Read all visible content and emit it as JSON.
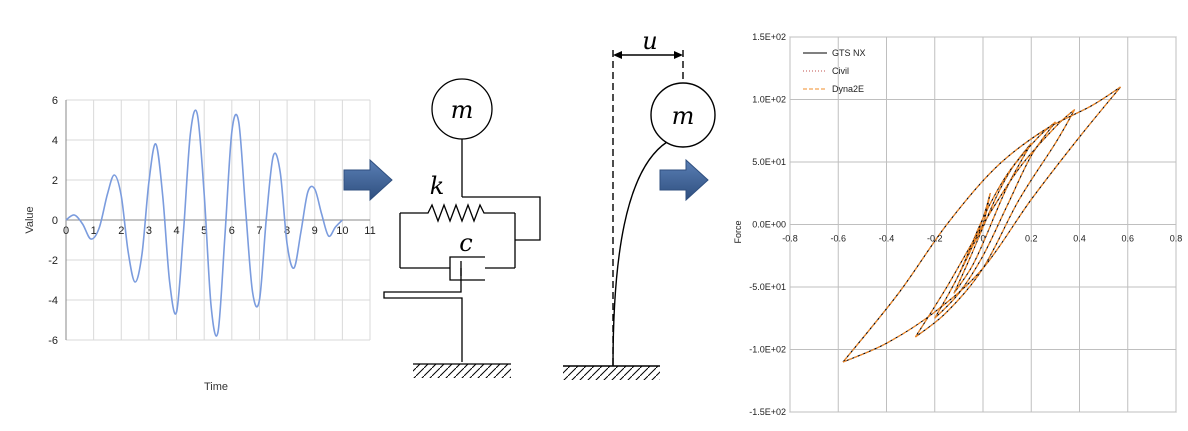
{
  "chart_data": [
    {
      "type": "line",
      "title": "",
      "xlabel": "Time",
      "ylabel": "Value",
      "xlim": [
        0,
        11
      ],
      "ylim": [
        -6,
        6
      ],
      "x_ticks": [
        "0",
        "1",
        "2",
        "3",
        "4",
        "5",
        "6",
        "7",
        "8",
        "9",
        "10",
        "11"
      ],
      "y_ticks": [
        "-6",
        "-4",
        "-2",
        "0",
        "2",
        "4",
        "6"
      ],
      "grid": true,
      "color": "#7b9cde",
      "series": [
        {
          "x": [
            0,
            0.3,
            0.6,
            0.9,
            1.2,
            1.5,
            1.75,
            2.0,
            2.25,
            2.5,
            2.75,
            3.0,
            3.25,
            3.5,
            3.75,
            4.0,
            4.25,
            4.5,
            4.75,
            5.0,
            5.25,
            5.5,
            5.75,
            6.0,
            6.25,
            6.5,
            6.75,
            7.0,
            7.25,
            7.5,
            7.75,
            8.0,
            8.25,
            8.5,
            8.75,
            9.0,
            9.25,
            9.5,
            9.75,
            10.0
          ],
          "values": [
            0,
            0.25,
            -0.2,
            -0.95,
            -0.4,
            1.3,
            2.25,
            1.2,
            -1.6,
            -3.1,
            -1.7,
            1.9,
            3.8,
            1.2,
            -3.1,
            -4.6,
            -0.6,
            4.3,
            5.3,
            1.3,
            -4.3,
            -5.6,
            -0.8,
            4.4,
            4.9,
            0.5,
            -3.6,
            -4.0,
            0.1,
            3.2,
            2.4,
            -1.2,
            -2.4,
            -0.6,
            1.4,
            1.55,
            0.3,
            -0.8,
            -0.35,
            0
          ]
        }
      ]
    },
    {
      "type": "line",
      "title": "",
      "xlabel": "",
      "ylabel": "Force",
      "xlim": [
        -0.8,
        0.8
      ],
      "ylim": [
        -150,
        150
      ],
      "x_ticks": [
        "-0.8",
        "-0.6",
        "-0.4",
        "-0.2",
        "0",
        "0.2",
        "0.4",
        "0.6",
        "0.8"
      ],
      "y_ticks": [
        "1.5E+02",
        "1.0E+02",
        "5.0E+01",
        "0.0E+00",
        "-5.0E+01",
        "-1.0E+02",
        "-1.5E+02"
      ],
      "grid": true,
      "legend_position": "top-left",
      "series": [
        {
          "name": "GTS NX",
          "color": "#000000",
          "style": "solid"
        },
        {
          "name": "Civil",
          "color": "#c0504d",
          "style": "dotted"
        },
        {
          "name": "Dyna2E",
          "color": "#f28c28",
          "style": "dashed"
        }
      ],
      "loops": [
        {
          "x": [
            -0.1,
            -0.05,
            0.0,
            0.03
          ],
          "y": [
            -40,
            -20,
            0,
            25
          ],
          "xr": [
            0.03,
            0.0,
            -0.05,
            -0.1
          ],
          "yr": [
            25,
            5,
            -20,
            -40
          ]
        },
        {
          "x": [
            -0.12,
            -0.05,
            0.0,
            0.1,
            0.2
          ],
          "y": [
            -55,
            -35,
            -15,
            30,
            65
          ],
          "xr": [
            0.2,
            0.12,
            0.05,
            -0.05,
            -0.12
          ],
          "yr": [
            65,
            45,
            20,
            -25,
            -55
          ]
        },
        {
          "x": [
            -0.2,
            -0.1,
            0.0,
            0.1,
            0.2,
            0.3
          ],
          "y": [
            -75,
            -55,
            -25,
            15,
            55,
            82
          ],
          "xr": [
            0.3,
            0.22,
            0.1,
            0.0,
            -0.1,
            -0.2
          ],
          "yr": [
            82,
            68,
            40,
            5,
            -40,
            -75
          ]
        },
        {
          "x": [
            -0.28,
            -0.15,
            0.0,
            0.15,
            0.3,
            0.38
          ],
          "y": [
            -90,
            -70,
            -35,
            20,
            65,
            92
          ],
          "xr": [
            0.38,
            0.3,
            0.15,
            0.0,
            -0.15,
            -0.28
          ],
          "yr": [
            92,
            78,
            45,
            0,
            -50,
            -90
          ]
        },
        {
          "x": [
            -0.58,
            -0.4,
            -0.2,
            0.0,
            0.2,
            0.4,
            0.57
          ],
          "y": [
            -110,
            -95,
            -70,
            -35,
            20,
            70,
            110
          ],
          "xr": [
            0.57,
            0.45,
            0.25,
            0.05,
            -0.15,
            -0.35,
            -0.58
          ],
          "yr": [
            110,
            95,
            75,
            45,
            0,
            -55,
            -110
          ]
        }
      ]
    }
  ],
  "diagram": {
    "mass_symbol": "m",
    "spring_symbol": "k",
    "damper_symbol": "c",
    "displacement_symbol": "u"
  },
  "arrows": {
    "color": "#3a5f8f"
  }
}
